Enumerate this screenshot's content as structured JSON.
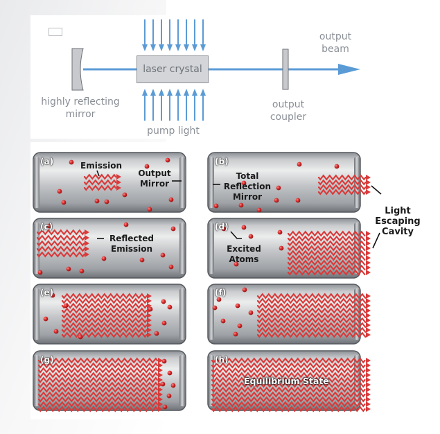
{
  "top_diagram": {
    "crystal_label": "laser crystal",
    "mirror_label": "highly reflecting mirror",
    "pump_label": "pump light",
    "coupler_label": "output coupler",
    "beam_label": "output beam"
  },
  "panels": [
    {
      "id": "a",
      "label": "(a)"
    },
    {
      "id": "b",
      "label": "(b)"
    },
    {
      "id": "c",
      "label": "(c)"
    },
    {
      "id": "d",
      "label": "(d)"
    },
    {
      "id": "e",
      "label": "(e)"
    },
    {
      "id": "f",
      "label": "(f)"
    },
    {
      "id": "g",
      "label": "(g)"
    },
    {
      "id": "h",
      "label": "(h)"
    }
  ],
  "annotations": {
    "emission": "Emission",
    "output_mirror": "Output Mirror",
    "total_reflection_mirror": "Total Reflection Mirror",
    "light_escaping_cavity": "Light Escaping Cavity",
    "reflected_emission": "Reflected Emission",
    "excited_atoms": "Excited Atoms",
    "equilibrium_state": "Equilibrium State"
  },
  "colors": {
    "beam": "#5b9bd5",
    "pump": "#5b9bd5",
    "emission": "#d93a3a",
    "atom": "#d42b2b",
    "tube": "#9fa3a8"
  }
}
